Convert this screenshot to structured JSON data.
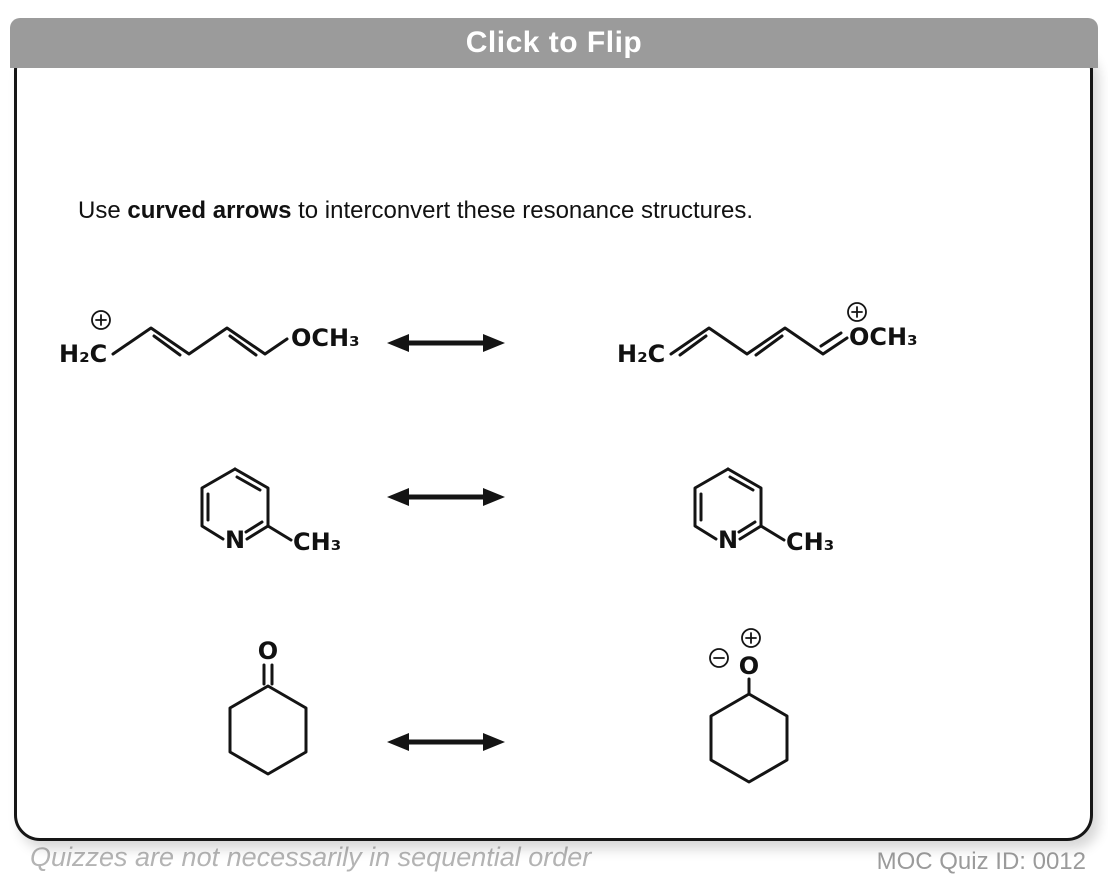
{
  "header": {
    "title": "Click to Flip"
  },
  "instruction": {
    "pre": "Use ",
    "bold": "curved arrows",
    "post": " to interconvert these resonance structures."
  },
  "icons": {
    "plus_charge_icon": "⊕",
    "minus_charge_icon": "⊖",
    "resonance_arrow_icon": "↔"
  },
  "molecules": {
    "row1_left": {
      "start": "H₂C",
      "end": "OCH₃"
    },
    "row1_right": {
      "start": "H₂C",
      "end": "OCH₃"
    },
    "row2_left": {
      "hetero": "N",
      "substituent": "CH₃"
    },
    "row2_right": {
      "hetero": "N",
      "substituent": "CH₃"
    },
    "row3_left": {
      "oxygen": "O"
    },
    "row3_right": {
      "oxygen": "O"
    }
  },
  "footer": {
    "note": "Quizzes are not necessarily in sequential order",
    "quiz_id": "MOC Quiz ID: 0012"
  },
  "colors": {
    "header_bg": "#9b9b9b",
    "ink": "#141414",
    "footer_text": "#b4b4b4"
  }
}
